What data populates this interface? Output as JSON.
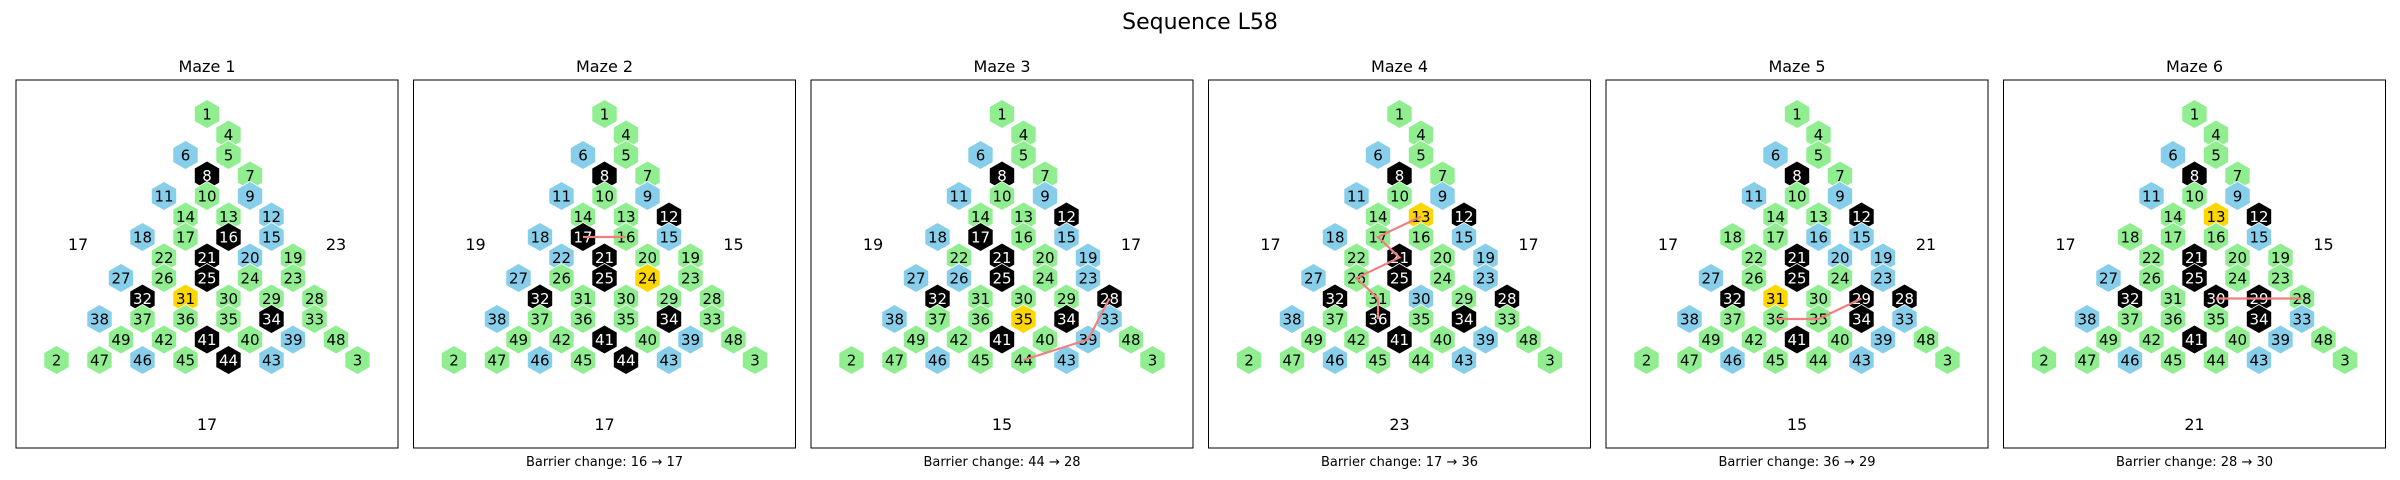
{
  "figure": {
    "title": "Sequence L58"
  },
  "legend_colors": {
    "open": "#90ee90",
    "blue": "#87ceeb",
    "barrier": "#000000",
    "goal": "#ffd700",
    "path": "#f08080"
  },
  "hex_layout": [
    [
      1
    ],
    [
      4,
      5
    ],
    [
      6,
      7,
      8
    ],
    [
      9,
      10,
      11,
      12
    ],
    [
      13,
      14,
      15,
      16,
      17
    ],
    [
      18,
      19,
      20,
      21,
      22,
      23
    ],
    [
      24,
      25,
      26,
      27,
      28,
      29,
      30
    ],
    [
      31,
      32,
      33,
      34,
      35,
      36,
      37,
      38
    ],
    [
      39,
      40,
      41,
      42,
      43,
      44,
      45,
      46,
      47
    ],
    [
      2,
      3,
      48,
      49
    ]
  ],
  "mazes": [
    {
      "title": "Maze 1",
      "side_left": "17",
      "side_right": "23",
      "bottom": "17",
      "caption": "",
      "cells": {
        "black": [
          8,
          16,
          21,
          25,
          32,
          34,
          41,
          44
        ],
        "blue": [
          6,
          9,
          11,
          12,
          15,
          18,
          20,
          27,
          38,
          39,
          43,
          46
        ],
        "yellow": [
          31
        ]
      },
      "path": []
    },
    {
      "title": "Maze 2",
      "side_left": "19",
      "side_right": "15",
      "bottom": "17",
      "caption": "Barrier change: 16 → 17",
      "cells": {
        "black": [
          8,
          12,
          17,
          21,
          25,
          32,
          34,
          41,
          44
        ],
        "blue": [
          6,
          9,
          11,
          15,
          18,
          22,
          27,
          38,
          39,
          43,
          46
        ],
        "yellow": [
          24
        ]
      },
      "path": [
        17,
        16
      ]
    },
    {
      "title": "Maze 3",
      "side_left": "19",
      "side_right": "17",
      "bottom": "15",
      "caption": "Barrier change: 44 → 28",
      "cells": {
        "black": [
          8,
          12,
          17,
          21,
          25,
          28,
          32,
          34,
          41
        ],
        "blue": [
          6,
          9,
          11,
          15,
          18,
          19,
          23,
          26,
          27,
          33,
          38,
          39,
          43,
          46
        ],
        "yellow": [
          35
        ]
      },
      "path": [
        44,
        39,
        28
      ]
    },
    {
      "title": "Maze 4",
      "side_left": "17",
      "side_right": "17",
      "bottom": "23",
      "caption": "Barrier change: 17 → 36",
      "cells": {
        "black": [
          8,
          12,
          21,
          25,
          28,
          32,
          34,
          36,
          41
        ],
        "blue": [
          6,
          9,
          11,
          15,
          18,
          19,
          23,
          27,
          30,
          38,
          39,
          43,
          46
        ],
        "yellow": [
          13
        ]
      },
      "path": [
        13,
        17,
        21,
        26,
        31,
        36
      ]
    },
    {
      "title": "Maze 5",
      "side_left": "17",
      "side_right": "21",
      "bottom": "15",
      "caption": "Barrier change: 36 → 29",
      "cells": {
        "black": [
          8,
          12,
          21,
          25,
          28,
          29,
          32,
          34,
          41
        ],
        "blue": [
          6,
          9,
          11,
          15,
          16,
          19,
          20,
          23,
          27,
          33,
          38,
          39,
          43,
          46
        ],
        "yellow": [
          31
        ]
      },
      "path": [
        36,
        35,
        29
      ]
    },
    {
      "title": "Maze 6",
      "side_left": "17",
      "side_right": "15",
      "bottom": "21",
      "caption": "Barrier change: 28 → 30",
      "cells": {
        "black": [
          8,
          12,
          21,
          25,
          29,
          30,
          32,
          34,
          41
        ],
        "blue": [
          6,
          9,
          11,
          15,
          27,
          33,
          38,
          39,
          43,
          46
        ],
        "yellow": [
          13
        ]
      },
      "path": [
        30,
        29,
        28
      ]
    }
  ]
}
